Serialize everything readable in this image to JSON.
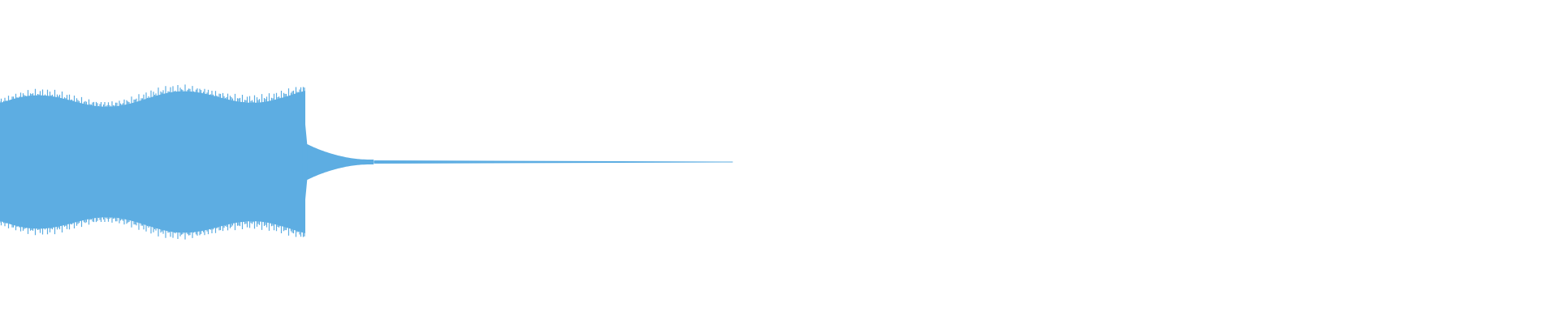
{
  "waveform": {
    "color": "#5dade2",
    "background": "#ffffff",
    "segments": {
      "sustain": {
        "start_fraction": 0.0,
        "end_fraction": 0.196,
        "peak_amplitude": 0.52
      },
      "release": {
        "start_fraction": 0.196,
        "end_fraction": 0.24,
        "start_amplitude": 0.11,
        "end_amplitude": 0.01
      },
      "tail": {
        "start_fraction": 0.24,
        "end_fraction": 0.47,
        "amplitude": 0.01
      }
    }
  }
}
